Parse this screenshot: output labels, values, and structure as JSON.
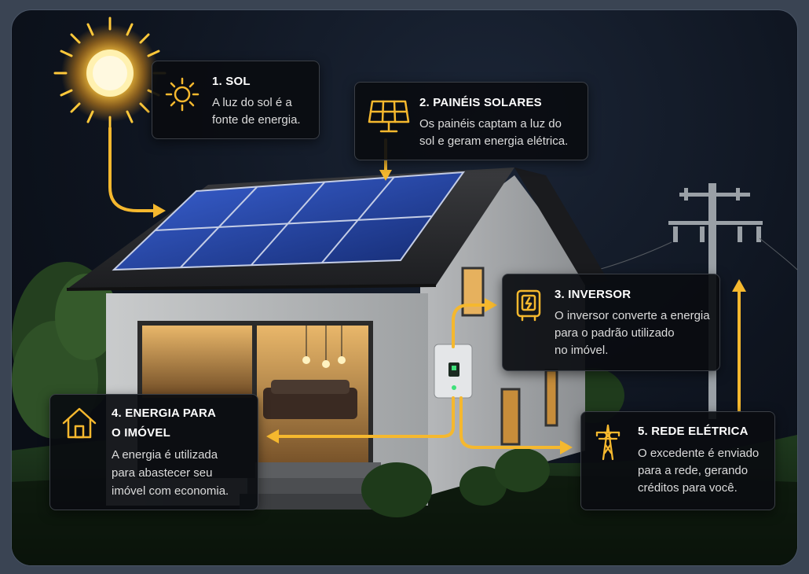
{
  "colors": {
    "accent": "#f5b82e",
    "card_bg": "#0c0e12",
    "panel_blue": "#1e3b8f"
  },
  "steps": [
    {
      "title": "1. SOL",
      "desc_lines": [
        "A luz do sol é a",
        "fonte de energia."
      ],
      "icon": "sun-icon"
    },
    {
      "title": "2. PAINÉIS SOLARES",
      "desc_lines": [
        "Os painéis captam a luz do",
        "sol e geram energia elétrica."
      ],
      "icon": "solar-panel-icon"
    },
    {
      "title": "3. INVERSOR",
      "desc_lines": [
        "O inversor converte a energia",
        "para o padrão utilizado",
        "no imóvel."
      ],
      "icon": "inverter-icon"
    },
    {
      "title_lines": [
        "4. ENERGIA PARA",
        "O IMÓVEL"
      ],
      "desc_lines": [
        "A energia é utilizada",
        "para abastecer seu",
        "imóvel com economia."
      ],
      "icon": "house-icon"
    },
    {
      "title": "5. REDE ELÉTRICA",
      "desc_lines": [
        "O excedente é enviado",
        "para a rede, gerando",
        "créditos para você."
      ],
      "icon": "transmission-tower-icon"
    }
  ]
}
